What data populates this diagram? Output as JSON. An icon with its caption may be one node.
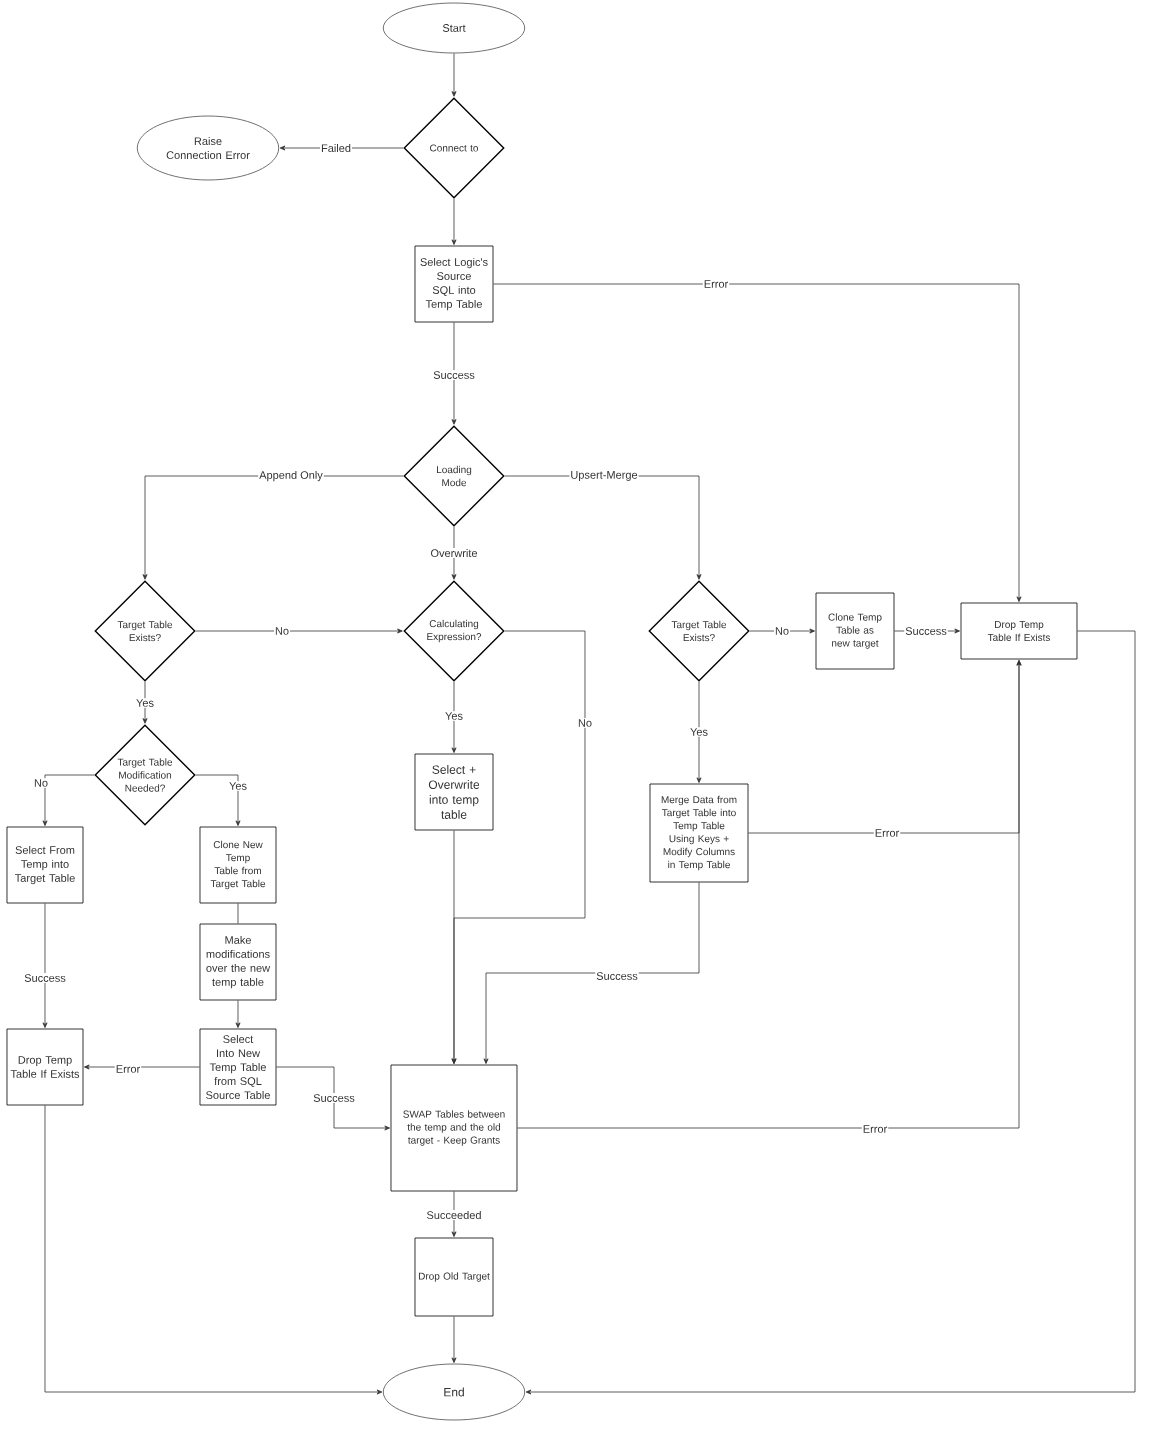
{
  "diagram": {
    "nodes": [
      {
        "text": [
          "Start"
        ]
      },
      {
        "text": [
          "Connect to"
        ]
      },
      {
        "text": [
          "Raise Connection Error"
        ]
      },
      {
        "text": [
          "Select Logic's Source SQL into Temp Table"
        ]
      },
      {
        "text": [
          "Loading Mode"
        ]
      },
      {
        "text": [
          "Target Table Exists?"
        ]
      },
      {
        "text": [
          "Calculating Expression?"
        ]
      },
      {
        "text": [
          "Target Table Exists?"
        ]
      },
      {
        "text": [
          "Clone Temp Table as new target"
        ]
      },
      {
        "text": [
          "Drop Temp Table If Exists"
        ]
      },
      {
        "text": [
          "Target Table Modification Needed?"
        ]
      },
      {
        "text": [
          "Select + Overwrite into temp table"
        ]
      },
      {
        "text": [
          "Merge Data from Target Table into Temp Table Using Keys + Modify Columns in Temp Table"
        ]
      },
      {
        "text": [
          "Select From Temp into Target Table"
        ]
      },
      {
        "text": [
          "Clone New Temp Table from Target Table"
        ]
      },
      {
        "text": [
          "Make modifications over the new temp table"
        ]
      },
      {
        "text": [
          "Select Into New Temp Table from SQL Source Table"
        ]
      },
      {
        "text": [
          "Drop Temp Table If Exists"
        ]
      },
      {
        "text": [
          "SWAP Tables between the temp and the old target - Keep Grants"
        ]
      },
      {
        "text": [
          "Drop Old Target"
        ]
      },
      {
        "text": [
          "End"
        ]
      }
    ],
    "edges": [
      {
        "from": 0,
        "to": 1,
        "arrow": "to"
      },
      {
        "from": 1,
        "to": 2,
        "arrow": "to",
        "label": "Failed"
      },
      {
        "from": 1,
        "to": 3,
        "arrow": "to"
      },
      {
        "from": 3,
        "to": 9,
        "arrow": "to",
        "label": "Error"
      },
      {
        "from": 3,
        "to": 4,
        "arrow": "to",
        "label": "Success"
      },
      {
        "from": 4,
        "to": 5,
        "arrow": "to",
        "label": "Append Only"
      },
      {
        "from": 4,
        "to": 6,
        "arrow": "to",
        "label": "Overwrite"
      },
      {
        "from": 4,
        "to": 7,
        "arrow": "to",
        "label": "Upsert-Merge"
      },
      {
        "from": 5,
        "to": 6,
        "arrow": "to",
        "label": "No"
      },
      {
        "from": 5,
        "to": 10,
        "arrow": "to",
        "label": "Yes"
      },
      {
        "from": 6,
        "to": 11,
        "arrow": "to",
        "label": "Yes"
      },
      {
        "from": 6,
        "to": 18,
        "arrow": "to",
        "label": "No"
      },
      {
        "from": 7,
        "to": 8,
        "arrow": "to",
        "label": "No"
      },
      {
        "from": 7,
        "to": 12,
        "arrow": "to",
        "label": "Yes"
      },
      {
        "from": 8,
        "to": 9,
        "arrow": "to",
        "label": "Success"
      },
      {
        "from": 10,
        "to": 13,
        "arrow": "to",
        "label": "No"
      },
      {
        "from": 10,
        "to": 14,
        "arrow": "to",
        "label": "Yes"
      },
      {
        "from": 11,
        "to": 18,
        "arrow": "to"
      },
      {
        "from": 12,
        "to": 9,
        "arrow": "to",
        "label": "Error"
      },
      {
        "from": 12,
        "to": 18,
        "arrow": "to",
        "label": "Success"
      },
      {
        "from": 13,
        "to": 17,
        "arrow": "to",
        "label": "Success"
      },
      {
        "from": 14,
        "to": 15,
        "arrow": "none"
      },
      {
        "from": 15,
        "to": 16,
        "arrow": "to"
      },
      {
        "from": 16,
        "to": 17,
        "arrow": "to",
        "label": "Error"
      },
      {
        "from": 16,
        "to": 18,
        "arrow": "to",
        "label": "Success"
      },
      {
        "from": 18,
        "to": 9,
        "arrow": "to",
        "label": "Error"
      },
      {
        "from": 18,
        "to": 19,
        "arrow": "to",
        "label": "Succeeded"
      },
      {
        "from": 19,
        "to": 20,
        "arrow": "to"
      },
      {
        "from": 17,
        "to": 20,
        "arrow": "to"
      },
      {
        "from": 9,
        "to": 20,
        "arrow": "to"
      }
    ]
  }
}
